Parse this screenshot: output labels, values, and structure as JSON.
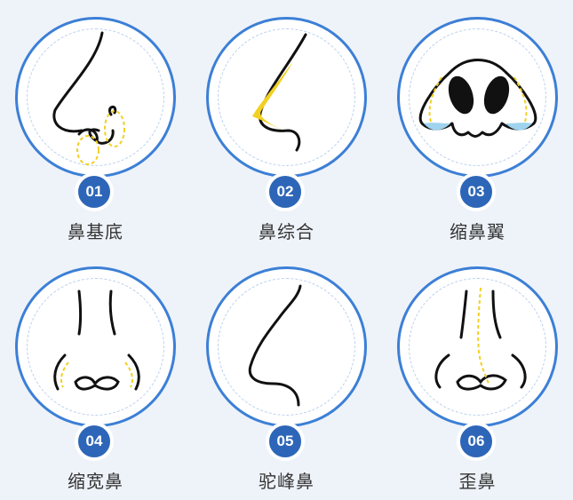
{
  "cards": [
    {
      "number": "01",
      "label": "鼻基底"
    },
    {
      "number": "02",
      "label": "鼻综合"
    },
    {
      "number": "03",
      "label": "缩鼻翼"
    },
    {
      "number": "04",
      "label": "缩宽鼻"
    },
    {
      "number": "05",
      "label": "驼峰鼻"
    },
    {
      "number": "06",
      "label": "歪鼻"
    }
  ],
  "colors": {
    "circle_border": "#3c7fd6",
    "badge": "#2d66b8",
    "highlight": "#f2d021",
    "shadow": "#9fd3ee",
    "background": "#eef3f9"
  }
}
